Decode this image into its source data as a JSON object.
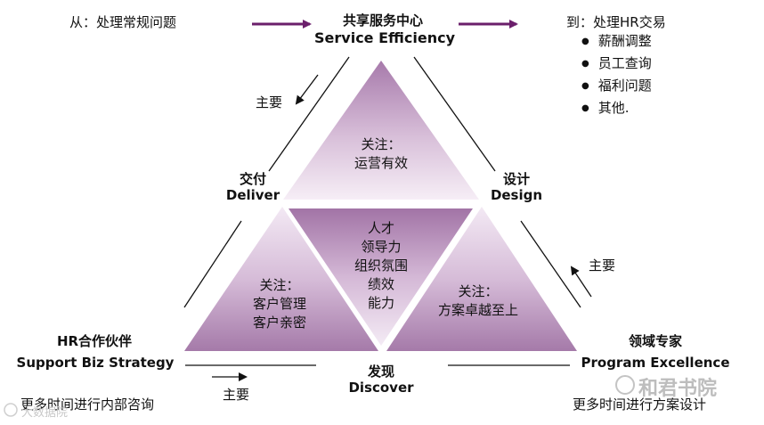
{
  "from_label": "从：处理常规问题",
  "center_top": {
    "cn": "共享服务中心",
    "en": "Service Efficiency"
  },
  "to": {
    "label": "到：处理HR交易",
    "items": [
      "薪酬调整",
      "员工查询",
      "福利问题",
      "其他."
    ]
  },
  "top_triangle": {
    "line1": "关注：",
    "line2": "运营有效"
  },
  "left_triangle": {
    "line1": "关注：",
    "line2": "客户管理",
    "line3": "客户亲密"
  },
  "right_triangle": {
    "line1": "关注：",
    "line2": "方案卓越至上"
  },
  "center_triangle": [
    "人才",
    "领导力",
    "组织氛围",
    "绩效",
    "能力"
  ],
  "deliver": {
    "cn": "交付",
    "en": "Deliver"
  },
  "design": {
    "cn": "设计",
    "en": "Design"
  },
  "discover": {
    "cn": "发现",
    "en": "Discover"
  },
  "hrbp": {
    "cn": "HR合作伙伴",
    "en": "Support Biz Strategy",
    "note": "更多时间进行内部咨询"
  },
  "expert": {
    "cn": "领域专家",
    "en": "Program Excellence",
    "note": "更多时间进行方案设计"
  },
  "main_label_top_left": "主要",
  "main_label_right": "主要",
  "main_label_bottom": "主要",
  "watermark": {
    "brand": "和君书院",
    "corner": "大数据院"
  },
  "colors": {
    "arrow": "#6b1f6b",
    "triangle_dark": "#b58db8",
    "triangle_light": "#f3e8f4"
  }
}
